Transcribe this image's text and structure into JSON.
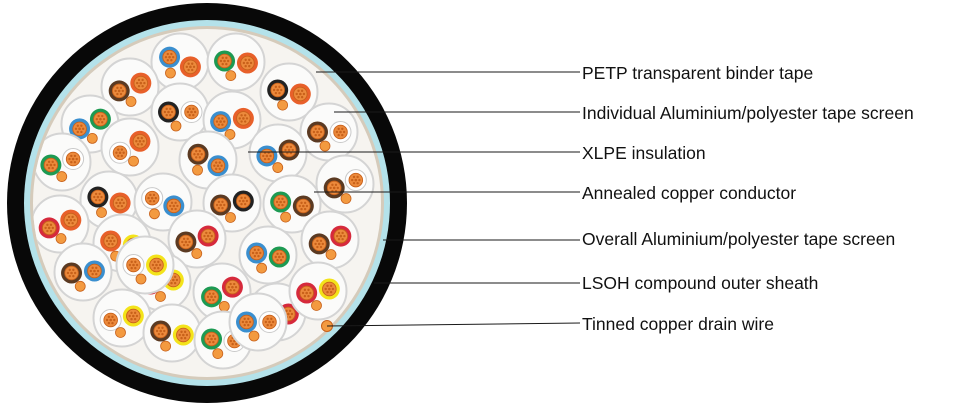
{
  "labels": [
    {
      "id": "binder-tape",
      "text": "PETP transparent binder tape"
    },
    {
      "id": "pair-screen",
      "text": "Individual Aluminium/polyester tape screen"
    },
    {
      "id": "insulation",
      "text": "XLPE insulation"
    },
    {
      "id": "conductor",
      "text": "Annealed copper conductor"
    },
    {
      "id": "overall-screen",
      "text": "Overall Aluminium/polyester tape screen"
    },
    {
      "id": "outer-sheath",
      "text": "LSOH compound outer sheath"
    },
    {
      "id": "drain-wire",
      "text": "Tinned copper drain wire"
    }
  ],
  "colors": {
    "outer_sheath": "#080808",
    "overall_screen": "#b4e2ea",
    "binder_tape": "#d5cbbb",
    "fill": "#f6f4f0",
    "pair_screen": "#d4d4d4",
    "copper": "#ec8a3c",
    "copper_dark": "#c8611a",
    "drain": "#f39a40",
    "leader_line": "#1a1a1a"
  },
  "insulation_colors": {
    "orange": "#e8602a",
    "brown": "#5b3a22",
    "blue": "#3a8fcf",
    "green": "#1d9a52",
    "red": "#d62a3c",
    "yellow": "#f3e31a",
    "white": "#ffffff",
    "black": "#222222"
  },
  "pairs": [
    {
      "a": "blue",
      "b": "orange"
    },
    {
      "a": "green",
      "b": "orange"
    },
    {
      "a": "brown",
      "b": "orange"
    },
    {
      "a": "black",
      "b": "orange"
    },
    {
      "a": "blue",
      "b": "green"
    },
    {
      "a": "black",
      "b": "white"
    },
    {
      "a": "blue",
      "b": "orange"
    },
    {
      "a": "brown",
      "b": "white"
    },
    {
      "a": "white",
      "b": "orange"
    },
    {
      "a": "brown",
      "b": "blue"
    },
    {
      "a": "blue",
      "b": "brown"
    },
    {
      "a": "green",
      "b": "white"
    },
    {
      "a": "black",
      "b": "orange"
    },
    {
      "a": "white",
      "b": "blue"
    },
    {
      "a": "brown",
      "b": "black"
    },
    {
      "a": "green",
      "b": "brown"
    },
    {
      "a": "brown",
      "b": "white"
    },
    {
      "a": "red",
      "b": "orange"
    },
    {
      "a": "orange",
      "b": "yellow"
    },
    {
      "a": "brown",
      "b": "red"
    },
    {
      "a": "blue",
      "b": "green"
    },
    {
      "a": "brown",
      "b": "red"
    },
    {
      "a": "brown",
      "b": "blue"
    },
    {
      "a": "red",
      "b": "yellow"
    },
    {
      "a": "green",
      "b": "red"
    },
    {
      "a": "blue",
      "b": "red"
    },
    {
      "a": "red",
      "b": "yellow"
    },
    {
      "a": "white",
      "b": "yellow"
    },
    {
      "a": "brown",
      "b": "yellow"
    },
    {
      "a": "green",
      "b": "white"
    },
    {
      "a": "blue",
      "b": "white"
    },
    {
      "a": "white",
      "b": "yellow"
    }
  ]
}
